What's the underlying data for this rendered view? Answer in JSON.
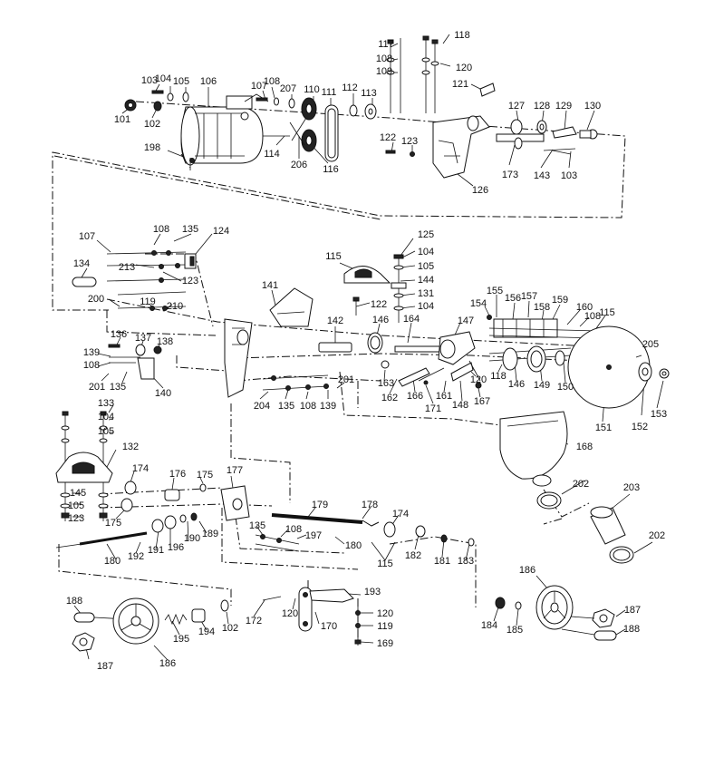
{
  "labels": [
    "101",
    "102",
    "103",
    "104",
    "105",
    "106",
    "107",
    "108",
    "207",
    "110",
    "111",
    "112",
    "113",
    "117",
    "118",
    "108",
    "109",
    "120",
    "121",
    "127",
    "128",
    "129",
    "130",
    "122",
    "123",
    "114",
    "206",
    "116",
    "198",
    "126",
    "173",
    "143",
    "103",
    "108",
    "135",
    "124",
    "107",
    "213",
    "123",
    "134",
    "200",
    "119",
    "210",
    "125",
    "104",
    "105",
    "115",
    "144",
    "131",
    "122",
    "104",
    "141",
    "142",
    "146",
    "164",
    "147",
    "155",
    "156",
    "157",
    "158",
    "159",
    "160",
    "108",
    "115",
    "154",
    "205",
    "136",
    "137",
    "138",
    "139",
    "108",
    "201",
    "135",
    "140",
    "204",
    "135",
    "108",
    "139",
    "201",
    "163",
    "162",
    "166",
    "171",
    "161",
    "148",
    "120",
    "167",
    "118",
    "146",
    "149",
    "150",
    "151",
    "152",
    "153",
    "168",
    "133",
    "104",
    "105",
    "132",
    "174",
    "176",
    "175",
    "177",
    "145",
    "105",
    "123",
    "175",
    "179",
    "178",
    "174",
    "135",
    "108",
    "197",
    "180",
    "180",
    "192",
    "191",
    "196",
    "190",
    "189",
    "115",
    "182",
    "181",
    "183",
    "202",
    "203",
    "202",
    "188",
    "195",
    "194",
    "102",
    "187",
    "186",
    "172",
    "120",
    "170",
    "193",
    "120",
    "119",
    "169",
    "186",
    "184",
    "185",
    "187",
    "188"
  ]
}
